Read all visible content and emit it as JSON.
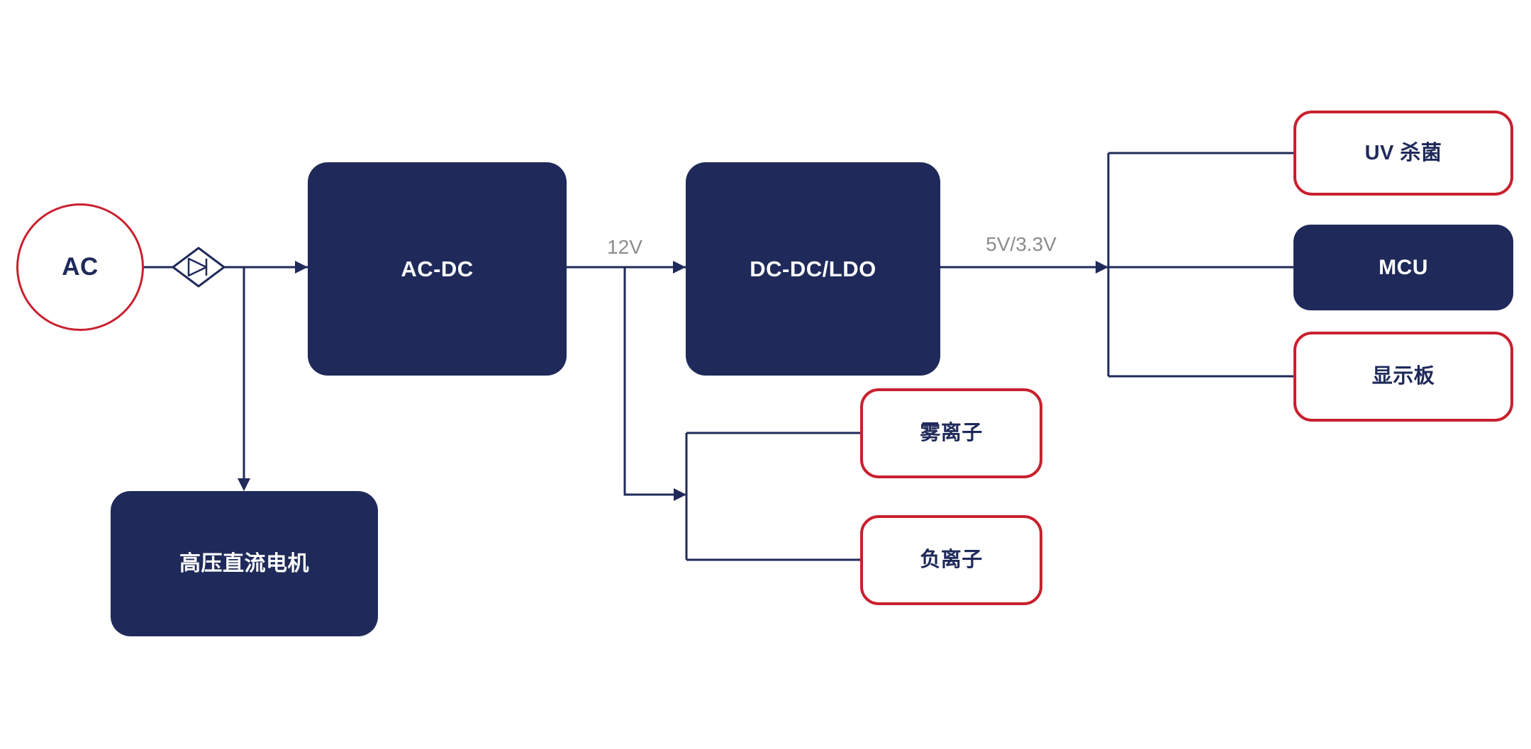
{
  "diagram": {
    "nodes": {
      "ac": {
        "label": "AC"
      },
      "ac_dc": {
        "label": "AC-DC"
      },
      "dc_dc_ldo": {
        "label": "DC-DC/LDO"
      },
      "hv_dc_motor": {
        "label": "高压直流电机"
      },
      "mist_ion": {
        "label": "雾离子"
      },
      "negative_ion": {
        "label": "负离子"
      },
      "uv_sterilization": {
        "label": "UV 杀菌"
      },
      "mcu": {
        "label": "MCU"
      },
      "display_board": {
        "label": "显示板"
      }
    },
    "edge_labels": {
      "v12": "12V",
      "v5_3v3": "5V/3.3V"
    },
    "colors": {
      "navy": "#1F2A5A",
      "red": "#C9202E",
      "label_gray": "#8C8C8C",
      "background": "#FFFFFF"
    }
  }
}
